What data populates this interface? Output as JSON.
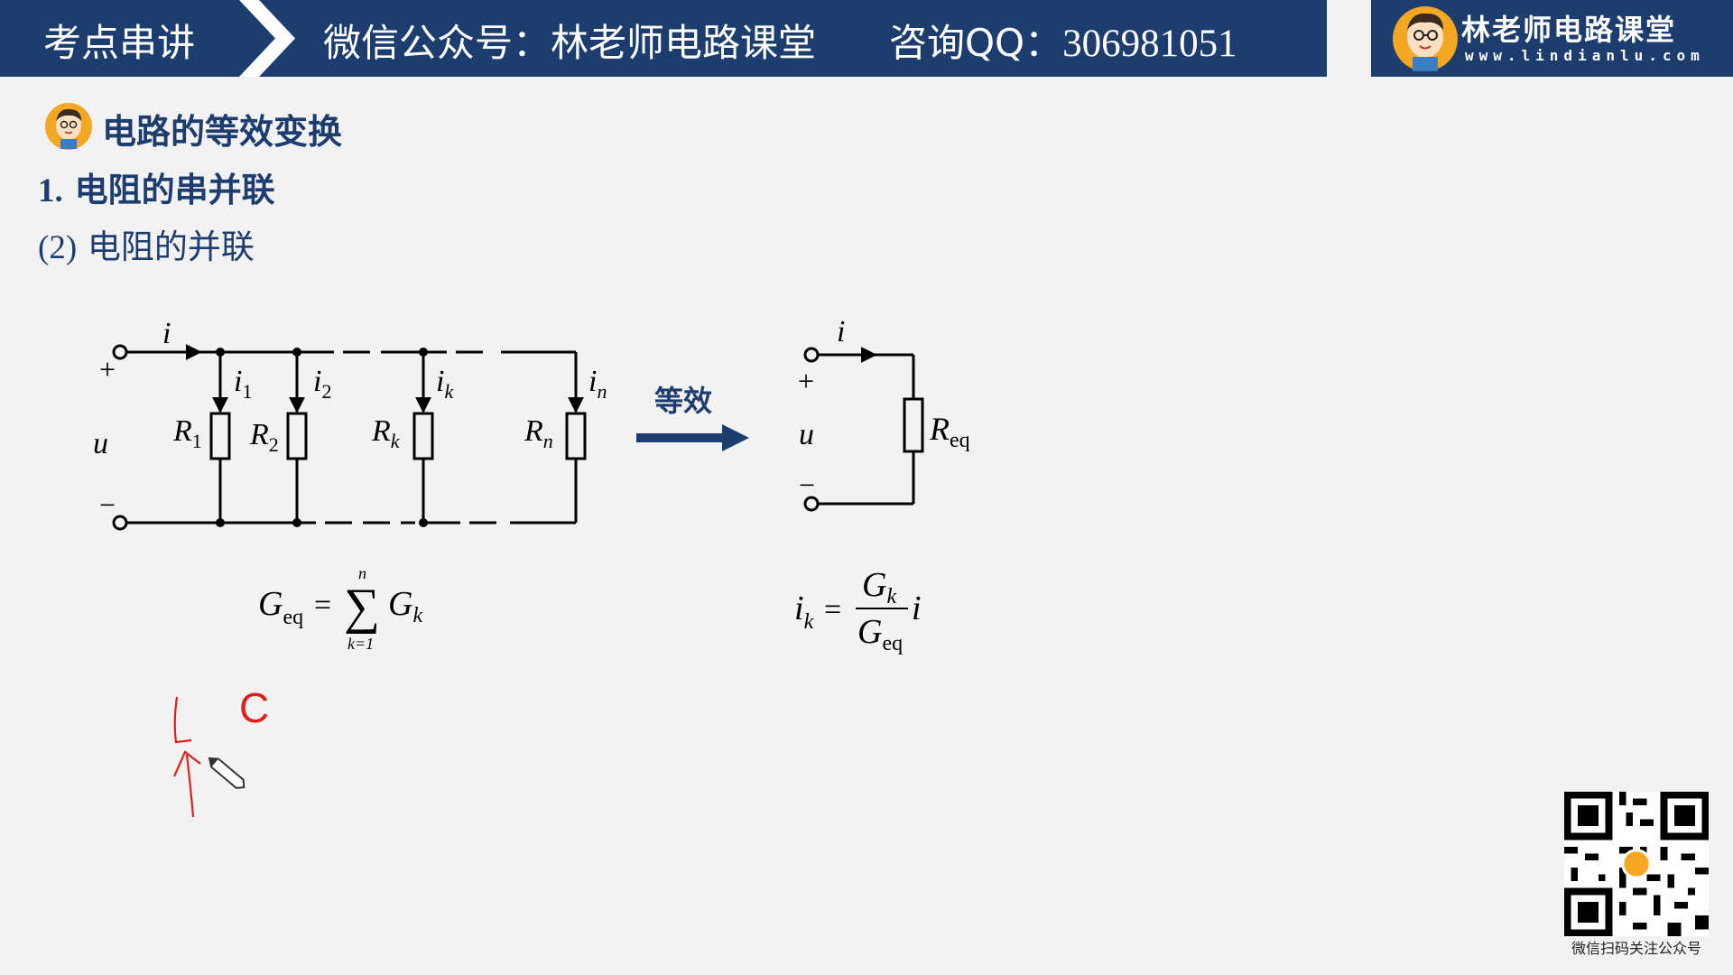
{
  "header": {
    "left_label": "考点串讲",
    "wechat_label": "微信公众号：林老师电路课堂",
    "qq_label": "咨询QQ：",
    "qq_number": "306981051"
  },
  "logo": {
    "title": "林老师电路课堂",
    "url": "www.lindianlu.com"
  },
  "content": {
    "section_title": "电路的等效变换",
    "heading1_num": "1.",
    "heading1_text": "电阻的串并联",
    "heading2_num": "(2)",
    "heading2_text": "电阻的并联"
  },
  "circuit_left": {
    "current_main": "i",
    "plus": "+",
    "minus": "−",
    "voltage": "u",
    "branches": [
      {
        "current": "i",
        "current_sub": "1",
        "resistor": "R",
        "resistor_sub": "1"
      },
      {
        "current": "i",
        "current_sub": "2",
        "resistor": "R",
        "resistor_sub": "2"
      },
      {
        "current": "i",
        "current_sub": "k",
        "resistor": "R",
        "resistor_sub": "k"
      },
      {
        "current": "i",
        "current_sub": "n",
        "resistor": "R",
        "resistor_sub": "n"
      }
    ]
  },
  "equivalence_label": "等效",
  "circuit_right": {
    "current_main": "i",
    "plus": "+",
    "minus": "−",
    "voltage": "u",
    "resistor": "R",
    "resistor_sub": "eq"
  },
  "formula_left": {
    "lhs": "G",
    "lhs_sub": "eq",
    "equals": "=",
    "sum_upper": "n",
    "sum_symbol": "∑",
    "sum_lower": "k=1",
    "rhs": "G",
    "rhs_sub": "k"
  },
  "formula_right": {
    "lhs": "i",
    "lhs_sub": "k",
    "equals": "=",
    "numerator": "G",
    "numerator_sub": "k",
    "denominator": "G",
    "denominator_sub": "eq",
    "tail": "i"
  },
  "annotation": {
    "handwritten_mark": "C",
    "color": "#e02020"
  },
  "qr_caption": "微信扫码关注公众号",
  "colors": {
    "brand_navy": "#1d3d6e",
    "background": "#f2f2f2"
  }
}
